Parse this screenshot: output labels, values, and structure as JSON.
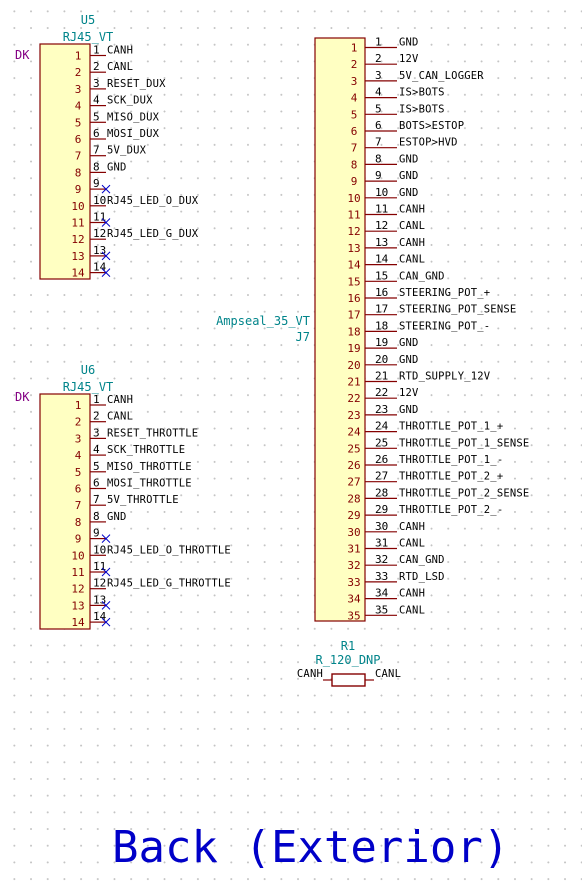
{
  "sheet_title": "Back (Exterior)",
  "connectors": {
    "u5": {
      "ref": "U5",
      "value": "RJ45_VT",
      "tag": "DK",
      "pins": [
        {
          "num": "1",
          "net": "CANH",
          "nc": false
        },
        {
          "num": "2",
          "net": "CANL",
          "nc": false
        },
        {
          "num": "3",
          "net": "RESET_DUX",
          "nc": false
        },
        {
          "num": "4",
          "net": "SCK_DUX",
          "nc": false
        },
        {
          "num": "5",
          "net": "MISO_DUX",
          "nc": false
        },
        {
          "num": "6",
          "net": "MOSI_DUX",
          "nc": false
        },
        {
          "num": "7",
          "net": "5V_DUX",
          "nc": false
        },
        {
          "num": "8",
          "net": "GND",
          "nc": false
        },
        {
          "num": "9",
          "net": "",
          "nc": true
        },
        {
          "num": "10",
          "net": "RJ45_LED_O_DUX",
          "nc": false
        },
        {
          "num": "11",
          "net": "",
          "nc": true
        },
        {
          "num": "12",
          "net": "RJ45_LED_G_DUX",
          "nc": false
        },
        {
          "num": "13",
          "net": "",
          "nc": true
        },
        {
          "num": "14",
          "net": "",
          "nc": true
        }
      ]
    },
    "u6": {
      "ref": "U6",
      "value": "RJ45_VT",
      "tag": "DK",
      "pins": [
        {
          "num": "1",
          "net": "CANH",
          "nc": false
        },
        {
          "num": "2",
          "net": "CANL",
          "nc": false
        },
        {
          "num": "3",
          "net": "RESET_THROTTLE",
          "nc": false
        },
        {
          "num": "4",
          "net": "SCK_THROTTLE",
          "nc": false
        },
        {
          "num": "5",
          "net": "MISO_THROTTLE",
          "nc": false
        },
        {
          "num": "6",
          "net": "MOSI_THROTTLE",
          "nc": false
        },
        {
          "num": "7",
          "net": "5V_THROTTLE",
          "nc": false
        },
        {
          "num": "8",
          "net": "GND",
          "nc": false
        },
        {
          "num": "9",
          "net": "",
          "nc": true
        },
        {
          "num": "10",
          "net": "RJ45_LED_O_THROTTLE",
          "nc": false
        },
        {
          "num": "11",
          "net": "",
          "nc": true
        },
        {
          "num": "12",
          "net": "RJ45_LED_G_THROTTLE",
          "nc": false
        },
        {
          "num": "13",
          "net": "",
          "nc": true
        },
        {
          "num": "14",
          "net": "",
          "nc": true
        }
      ]
    },
    "j7": {
      "ref": "J7",
      "value": "Ampseal_35_VT",
      "pins": [
        {
          "num": "1",
          "net": "GND"
        },
        {
          "num": "2",
          "net": "12V"
        },
        {
          "num": "3",
          "net": "5V_CAN_LOGGER"
        },
        {
          "num": "4",
          "net": "IS>BOTS"
        },
        {
          "num": "5",
          "net": "IS>BOTS"
        },
        {
          "num": "6",
          "net": "BOTS>ESTOP"
        },
        {
          "num": "7",
          "net": "ESTOP>HVD"
        },
        {
          "num": "8",
          "net": "GND"
        },
        {
          "num": "9",
          "net": "GND"
        },
        {
          "num": "10",
          "net": "GND"
        },
        {
          "num": "11",
          "net": "CANH"
        },
        {
          "num": "12",
          "net": "CANL"
        },
        {
          "num": "13",
          "net": "CANH"
        },
        {
          "num": "14",
          "net": "CANL"
        },
        {
          "num": "15",
          "net": "CAN_GND"
        },
        {
          "num": "16",
          "net": "STEERING_POT_+"
        },
        {
          "num": "17",
          "net": "STEERING_POT_SENSE"
        },
        {
          "num": "18",
          "net": "STEERING_POT_-"
        },
        {
          "num": "19",
          "net": "GND"
        },
        {
          "num": "20",
          "net": "GND"
        },
        {
          "num": "21",
          "net": "RTD_SUPPLY_12V"
        },
        {
          "num": "22",
          "net": "12V"
        },
        {
          "num": "23",
          "net": "GND"
        },
        {
          "num": "24",
          "net": "THROTTLE_POT_1_+"
        },
        {
          "num": "25",
          "net": "THROTTLE_POT_1_SENSE"
        },
        {
          "num": "26",
          "net": "THROTTLE_POT_1_-"
        },
        {
          "num": "27",
          "net": "THROTTLE_POT_2_+"
        },
        {
          "num": "28",
          "net": "THROTTLE_POT_2_SENSE"
        },
        {
          "num": "29",
          "net": "THROTTLE_POT_2_-"
        },
        {
          "num": "30",
          "net": "CANH"
        },
        {
          "num": "31",
          "net": "CANL"
        },
        {
          "num": "32",
          "net": "CAN_GND"
        },
        {
          "num": "33",
          "net": "RTD_LSD"
        },
        {
          "num": "34",
          "net": "CANH"
        },
        {
          "num": "35",
          "net": "CANL"
        }
      ]
    }
  },
  "resistor": {
    "ref": "R1",
    "value": "R_120_DNP",
    "left_net": "CANH",
    "right_net": "CANL"
  }
}
